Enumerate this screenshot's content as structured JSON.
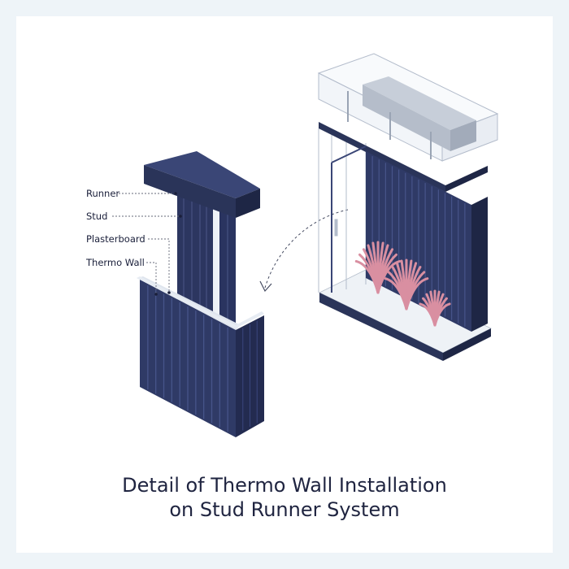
{
  "callouts": {
    "runner": "Runner",
    "stud": "Stud",
    "plasterboard": "Plasterboard",
    "thermo_wall": "Thermo Wall"
  },
  "caption": {
    "line1": "Detail of Thermo Wall Installation",
    "line2": "on Stud Runner System"
  },
  "colors": {
    "panel_navy": "#2f3a66",
    "panel_navy_dark": "#232b50",
    "panel_navy_light": "#3c4878",
    "plant_pink": "#d98fa1",
    "glass_outline": "#a9b4c4",
    "floor_light": "#eef2f6",
    "text": "#1a1f3a",
    "leader": "#666a7a"
  }
}
